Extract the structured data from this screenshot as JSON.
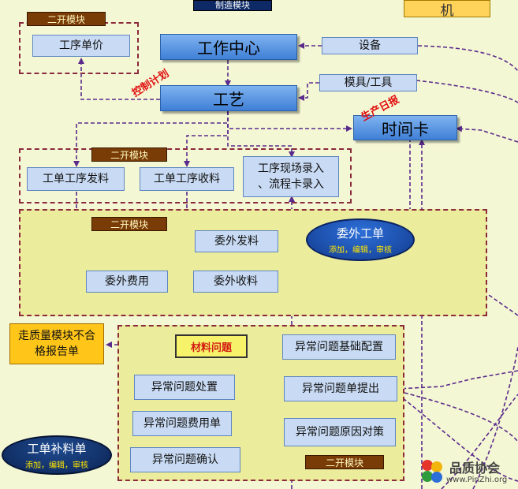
{
  "colors": {
    "zone_border": "#8b2a3a",
    "zone_fill": "#ecec9d",
    "box_fill": "#c9dbf4",
    "big_box_fill": "#4f8fe3",
    "connector": "#5a2a8c",
    "red_label": "#e00f0f",
    "ellipse_fill": "#1a4fb0"
  },
  "header": {
    "top_label": "制造模块",
    "corner_label": "机"
  },
  "zone_tags": {
    "tag1": "二开模块",
    "tag2": "二开模块",
    "tag3": "二开模块",
    "tag4": "二开模块"
  },
  "nodes": {
    "procedure_price": "工序单价",
    "work_center": "工作中心",
    "equipment": "设备",
    "process": "工艺",
    "mold_tool": "模具/工具",
    "time_card": "时间卡",
    "issue_material": "工单工序发料",
    "receive_material": "工单工序收料",
    "onsite_entry_line1": "工序现场录入",
    "onsite_entry_line2": "、流程卡录入",
    "outsource_issue": "委外发料",
    "outsource_receive": "委外收料",
    "outsource_cost": "委外费用",
    "outsource_order_title": "委外工单",
    "outsource_order_sub": "添加，编辑，审核",
    "quality_report_line1": "走质量模块不合",
    "quality_report_line2": "格报告单",
    "material_problem": "材料问题",
    "anomaly_base_config": "异常问题基础配置",
    "anomaly_handling": "异常问题处置",
    "anomaly_submit": "异常问题单提出",
    "anomaly_cost": "异常问题费用单",
    "anomaly_cause": "异常问题原因对策",
    "anomaly_confirm": "异常问题确认",
    "supplement_order_title": "工单补料单",
    "supplement_order_sub": "添加，编辑，审核"
  },
  "annotations": {
    "control_plan": "控制计划",
    "production_report": "生产日报"
  },
  "watermark": {
    "name": "品质协会",
    "url": "www.PinZhi.org"
  }
}
